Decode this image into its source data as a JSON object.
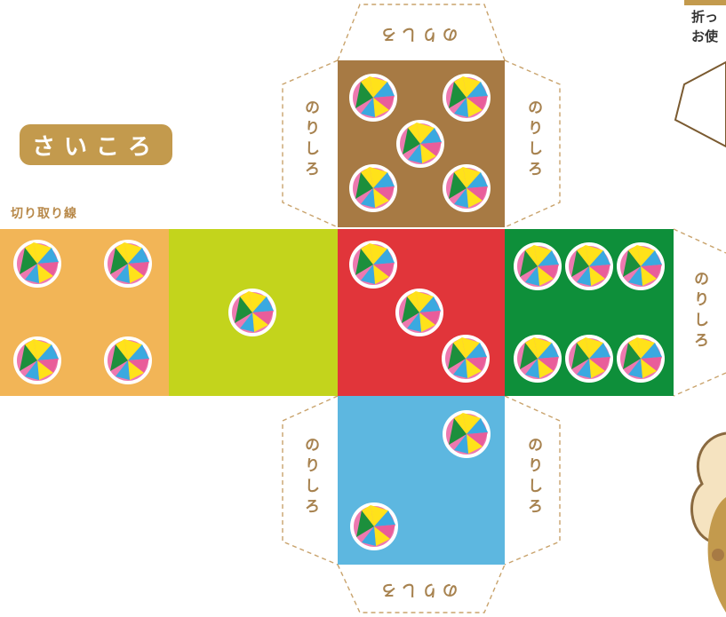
{
  "title": "さいころ",
  "cut_line_label": "切り取り線",
  "glue_tab_label": "のりしろ",
  "side_note": [
    "折っ",
    "お使"
  ],
  "faces": [
    {
      "name": "face-one",
      "color": "#c3d41c",
      "pips": 1
    },
    {
      "name": "face-two",
      "color": "#5db7e0",
      "pips": 2
    },
    {
      "name": "face-three",
      "color": "#e1353a",
      "pips": 3
    },
    {
      "name": "face-four",
      "color": "#f2b557",
      "pips": 4
    },
    {
      "name": "face-five",
      "color": "#a77a44",
      "pips": 5
    },
    {
      "name": "face-six",
      "color": "#0e8f3a",
      "pips": 6
    }
  ],
  "pip_colors": [
    "#ffe21a",
    "#3aa9e0",
    "#e95d9a",
    "#ed79b0",
    "#1c8f3c"
  ],
  "tab_outline_color": "#c9a36c"
}
